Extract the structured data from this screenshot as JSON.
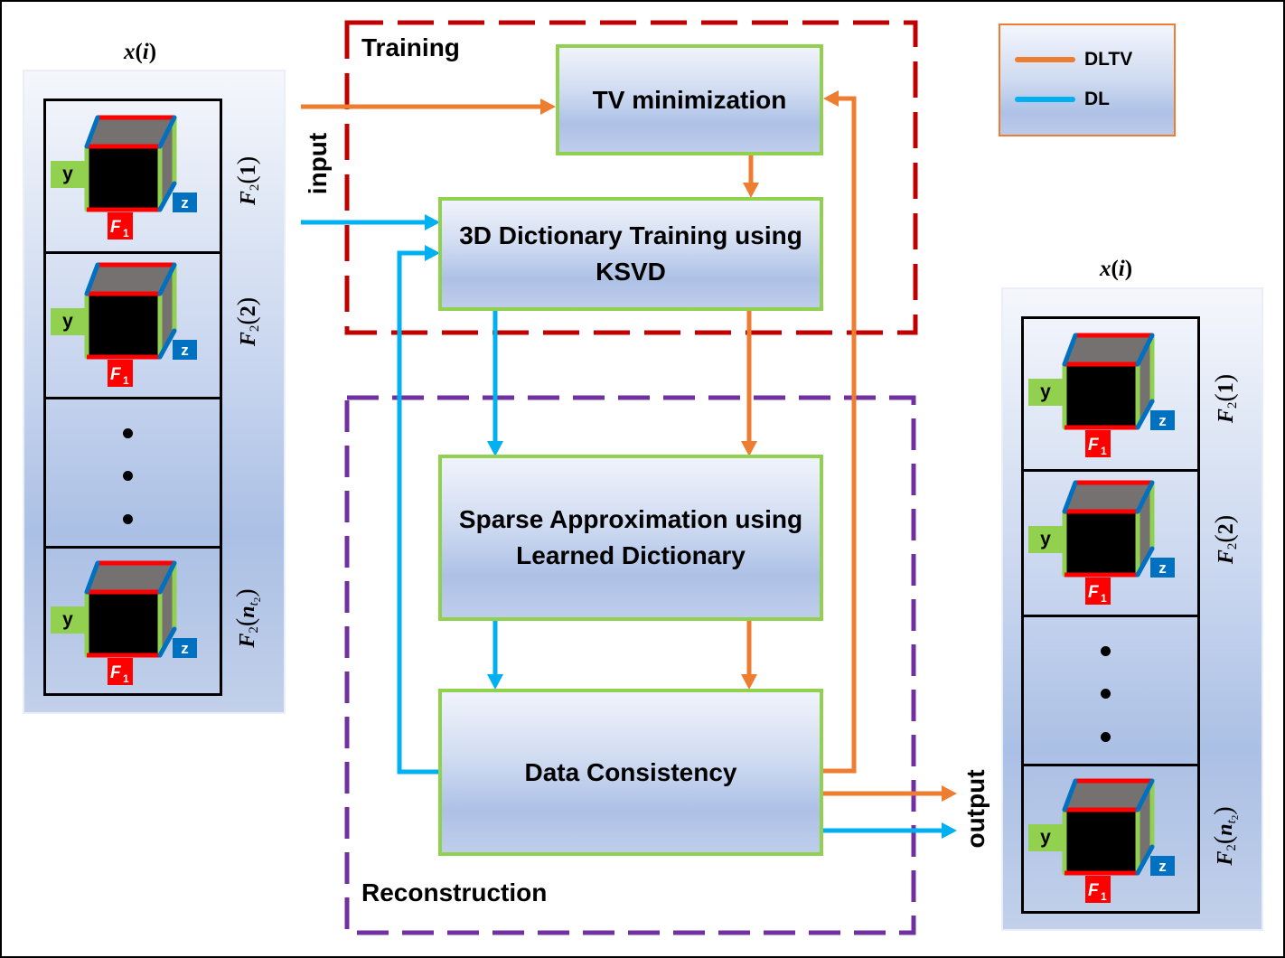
{
  "legend": {
    "items": [
      {
        "label": "DLTV",
        "color": "#ed7d31"
      },
      {
        "label": "DL",
        "color": "#00b0f0"
      }
    ]
  },
  "colors": {
    "dltv_path": "#ed7d31",
    "dl_path": "#00b0f0",
    "training_region_border": "#c00000",
    "reconstruction_region_border": "#7030a0",
    "process_box_border": "#92d050",
    "cube_y_axis": "#92d050",
    "cube_z_axis": "#0070c0",
    "cube_f1_axis": "#ff0000"
  },
  "cube_labels": {
    "y": "y",
    "z": "z",
    "f": "F",
    "f_sub": "1"
  },
  "input_panel": {
    "title": {
      "var": "x",
      "open": "(",
      "index": "i",
      "close": ")"
    },
    "frames": [
      {
        "symbol": "F",
        "sub": "2",
        "open": "(",
        "arg": "1",
        "close": ")"
      },
      {
        "symbol": "F",
        "sub": "2",
        "open": "(",
        "arg": "2",
        "close": ")"
      },
      {
        "ellipsis": "⋮"
      },
      {
        "symbol": "F",
        "sub": "2",
        "open": "(",
        "arg": "n",
        "arg_sub": "t",
        "arg_sub_sub": "2",
        "close": ")"
      }
    ]
  },
  "output_panel": {
    "title": {
      "var": "x",
      "open": "(",
      "index": "i",
      "close": ")"
    },
    "frames": [
      {
        "symbol": "F",
        "sub": "2",
        "open": "(",
        "arg": "1",
        "close": ")"
      },
      {
        "symbol": "F",
        "sub": "2",
        "open": "(",
        "arg": "2",
        "close": ")"
      },
      {
        "ellipsis": "⋮"
      },
      {
        "symbol": "F",
        "sub": "2",
        "open": "(",
        "arg": "n",
        "arg_sub": "t",
        "arg_sub_sub": "2",
        "close": ")"
      }
    ]
  },
  "flow": {
    "input_label": "input",
    "output_label": "output",
    "training": {
      "label": "Training",
      "tv_box": "TV minimization",
      "dict_box": [
        "3D Dictionary Training using",
        "KSVD"
      ]
    },
    "reconstruction": {
      "label": "Reconstruction",
      "sparse_box": [
        "Sparse Approximation using",
        "Learned Dictionary"
      ],
      "dc_box": "Data Consistency"
    }
  },
  "edges": [
    {
      "from": "input",
      "to": "TV minimization",
      "path": "DLTV"
    },
    {
      "from": "input",
      "to": "3D Dictionary Training using KSVD",
      "path": "DL"
    },
    {
      "from": "TV minimization",
      "to": "3D Dictionary Training using KSVD",
      "path": "DLTV"
    },
    {
      "from": "3D Dictionary Training using KSVD",
      "to": "Sparse Approximation using Learned Dictionary",
      "path": "DL"
    },
    {
      "from": "3D Dictionary Training using KSVD",
      "to": "Sparse Approximation using Learned Dictionary",
      "path": "DLTV"
    },
    {
      "from": "Sparse Approximation using Learned Dictionary",
      "to": "Data Consistency",
      "path": "DL"
    },
    {
      "from": "Sparse Approximation using Learned Dictionary",
      "to": "Data Consistency",
      "path": "DLTV"
    },
    {
      "from": "Data Consistency",
      "to": "3D Dictionary Training using KSVD",
      "path": "DL"
    },
    {
      "from": "Data Consistency",
      "to": "TV minimization",
      "path": "DLTV"
    },
    {
      "from": "Data Consistency",
      "to": "output",
      "path": "DLTV"
    },
    {
      "from": "Data Consistency",
      "to": "output",
      "path": "DL"
    }
  ]
}
